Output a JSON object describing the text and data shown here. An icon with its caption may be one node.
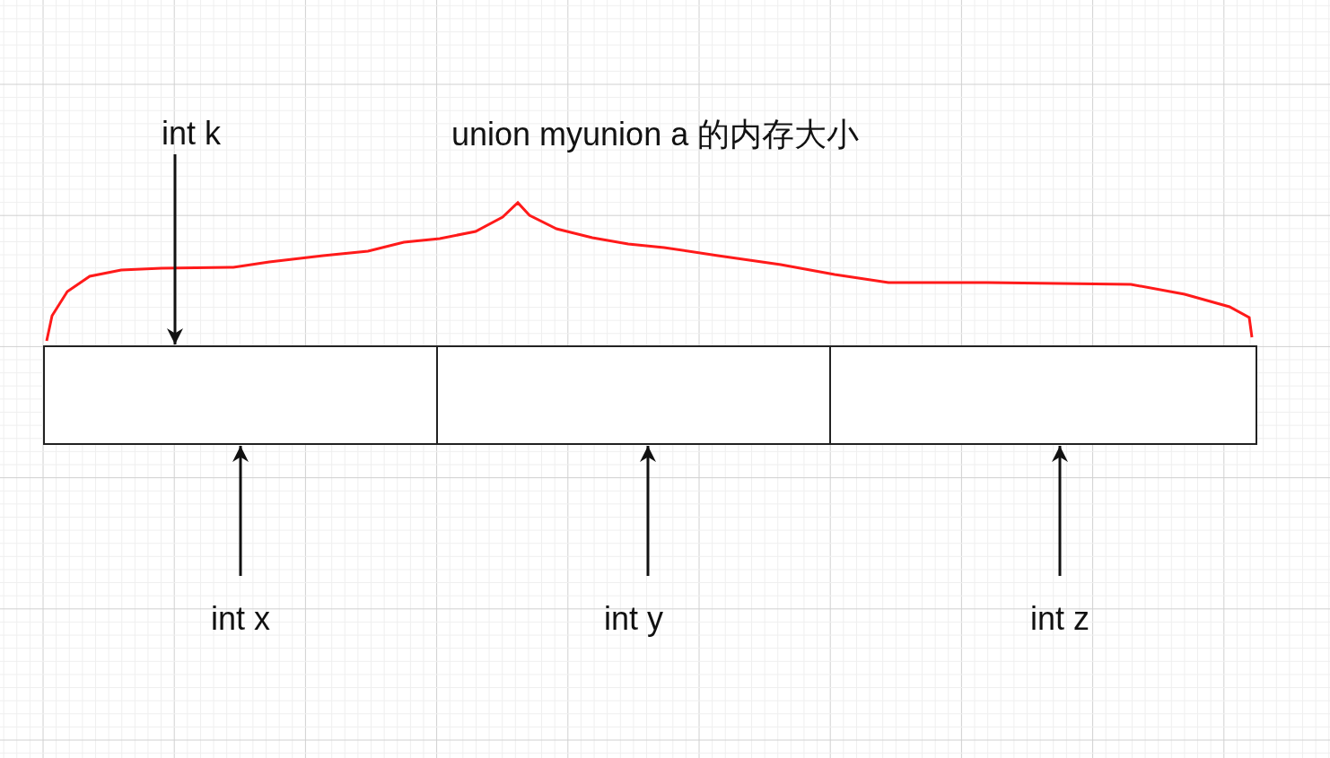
{
  "diagram": {
    "nodes": [
      {
        "text": [
          "int k"
        ]
      },
      {
        "text": [],
        "shape": "box"
      },
      {
        "text": [],
        "shape": "box"
      },
      {
        "text": [],
        "shape": "box"
      },
      {
        "text": [
          "int x"
        ]
      },
      {
        "text": [
          "int y"
        ]
      },
      {
        "text": [
          "int z"
        ]
      }
    ],
    "edges": [
      {
        "from": 0,
        "to": 1,
        "arrow": "to"
      },
      {
        "from": 4,
        "to": 1,
        "arrow": "to"
      },
      {
        "from": 5,
        "to": 2,
        "arrow": "to"
      },
      {
        "from": 6,
        "to": 3,
        "arrow": "to"
      }
    ],
    "labels": [
      "union myunion a 的内存大小"
    ]
  }
}
